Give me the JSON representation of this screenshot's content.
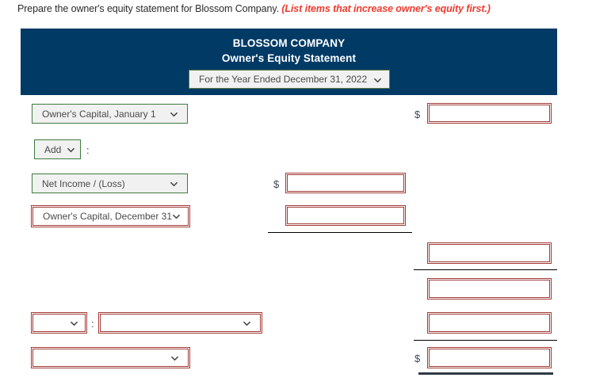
{
  "prompt": {
    "text": "Prepare the owner's equity statement for Blossom Company.",
    "hint": "(List items that increase owner's equity first.)"
  },
  "banner": {
    "company": "BLOSSOM COMPANY",
    "statement_title": "Owner's Equity Statement",
    "period_select": {
      "value": "For the Year Ended December 31, 2022",
      "icon": "chevron-down-icon"
    },
    "background_color": "#023a66",
    "text_color": "#ffffff"
  },
  "colors": {
    "banner_navy": "#023a66",
    "field_border_red": "#a03a35",
    "select_border_green": "#3f7a3f",
    "hint_red": "#f03a2e",
    "rule_black": "#000000",
    "rule_thick": "#2f3a44"
  },
  "rows": [
    {
      "label_select": "Owner's Capital, January 1",
      "label_border": "green",
      "amount_dollar_sign": "$",
      "amount_value": "",
      "amount_column": "right"
    },
    {
      "label_select": "Add",
      "label_border": "green",
      "separator": ":",
      "amount_value": null
    },
    {
      "label_select": "Net Income / (Loss)",
      "label_border": "green",
      "amount_dollar_sign": "$",
      "amount_value": "",
      "amount_column": "middle"
    },
    {
      "label_select": "Owner's Capital, December 31",
      "label_border": "red",
      "amount_value": "",
      "amount_column": "middle"
    },
    {
      "label_select": "",
      "label_border": "red",
      "amount_value": "",
      "amount_column": "right"
    },
    {
      "label_select": "",
      "label_border": "red",
      "amount_value": "",
      "amount_column": "right"
    },
    {
      "label_select": "",
      "label_border": "red",
      "separator": ":",
      "secondary_select": "",
      "amount_value": "",
      "amount_column": "right"
    },
    {
      "label_select": "",
      "label_border": "red",
      "amount_dollar_sign": "$",
      "amount_value": "",
      "amount_column": "right"
    }
  ],
  "dollar_signs": {
    "right_top": "$",
    "middle_net_income": "$",
    "right_total": "$"
  },
  "separators": {
    "add_colon": ":",
    "bottom_colon": ":"
  },
  "icons": {
    "chevron_down": "chevron-down-icon"
  }
}
